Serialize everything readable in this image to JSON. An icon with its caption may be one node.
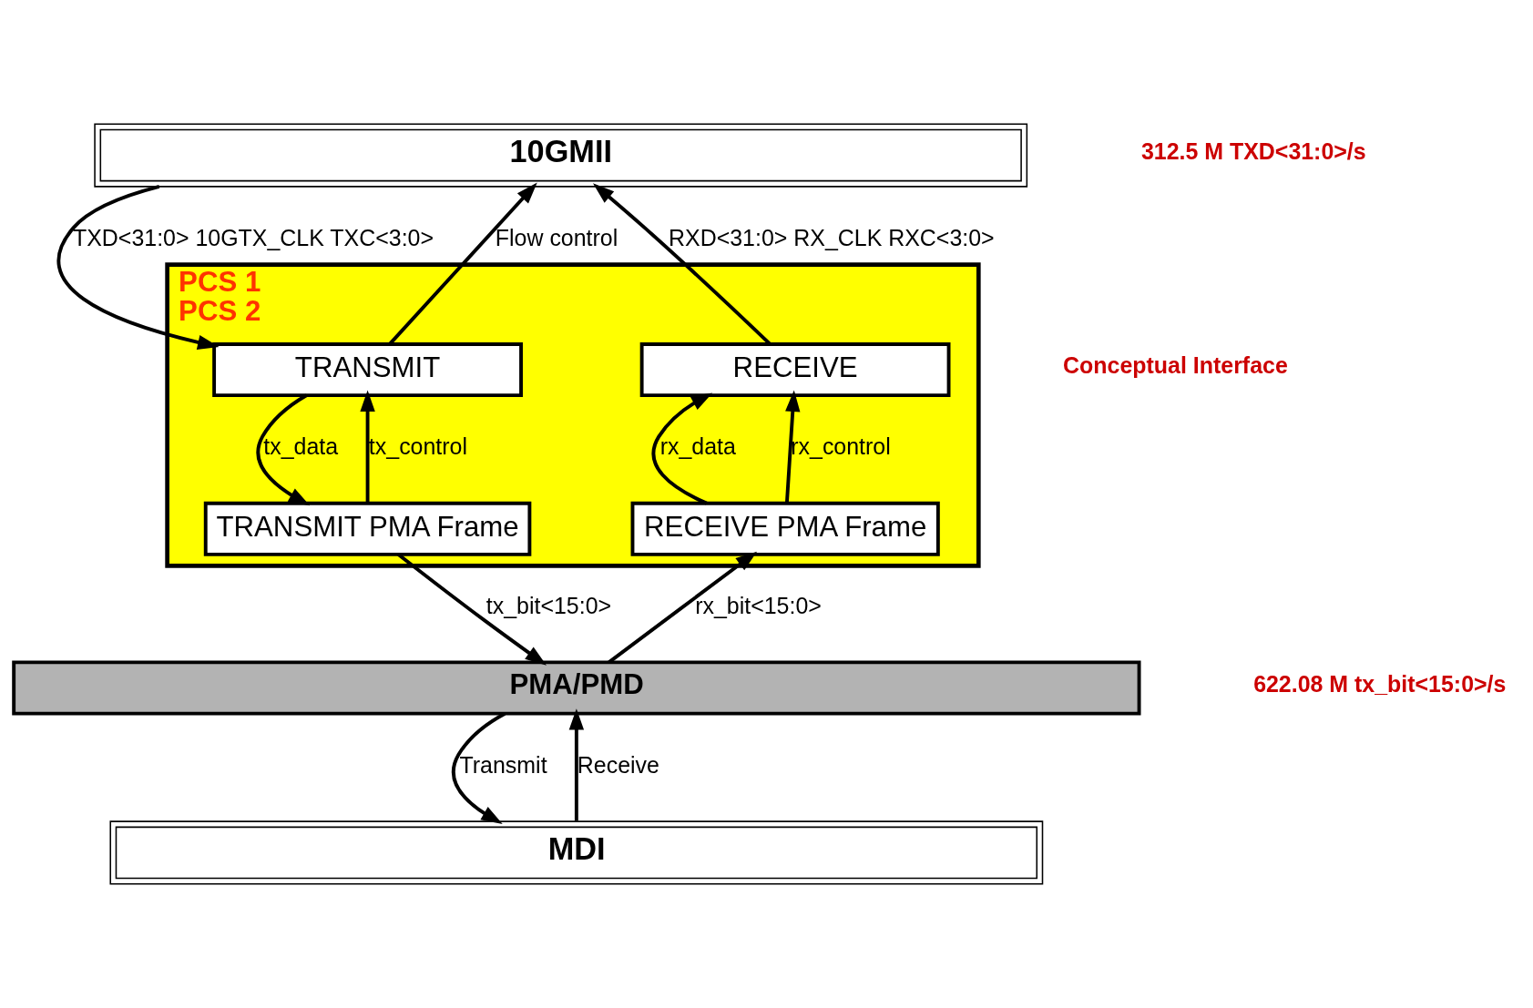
{
  "diagram": {
    "nodes": [
      {
        "text": [
          "10GMII"
        ]
      },
      {
        "text": [
          "PCS 1",
          "PCS 2"
        ]
      },
      {
        "text": [
          "TRANSMIT"
        ],
        "in": 1
      },
      {
        "text": [
          "RECEIVE"
        ],
        "in": 1
      },
      {
        "text": [
          "TRANSMIT PMA Frame"
        ],
        "in": 1
      },
      {
        "text": [
          "RECEIVE PMA Frame"
        ],
        "in": 1
      },
      {
        "text": [
          "PMA/PMD"
        ]
      },
      {
        "text": [
          "MDI"
        ]
      }
    ],
    "edges": [
      {
        "from": 0,
        "to": 2,
        "arrow": "to",
        "label": "TXD<31:0> 10GTX_CLK TXC<3:0>"
      },
      {
        "from": 2,
        "to": 0,
        "arrow": "to",
        "label": "Flow control"
      },
      {
        "from": 3,
        "to": 0,
        "arrow": "to",
        "label": "RXD<31:0> RX_CLK RXC<3:0>"
      },
      {
        "from": 2,
        "to": 4,
        "arrow": "to",
        "label": "tx_data"
      },
      {
        "from": 4,
        "to": 2,
        "arrow": "to",
        "label": "tx_control"
      },
      {
        "from": 5,
        "to": 3,
        "arrow": "to",
        "label": "rx_data"
      },
      {
        "from": 5,
        "to": 3,
        "arrow": "to",
        "label": "rx_control"
      },
      {
        "from": 4,
        "to": 6,
        "arrow": "to",
        "label": "tx_bit<15:0>"
      },
      {
        "from": 6,
        "to": 5,
        "arrow": "to",
        "label": "rx_bit<15:0>"
      },
      {
        "from": 6,
        "to": 7,
        "arrow": "to",
        "label": "Transmit"
      },
      {
        "from": 7,
        "to": 6,
        "arrow": "to",
        "label": "Receive"
      }
    ],
    "labels": [
      "312.5 M TXD<31:0>/s",
      "Conceptual Interface",
      "622.08 M tx_bit<15:0>/s"
    ]
  }
}
